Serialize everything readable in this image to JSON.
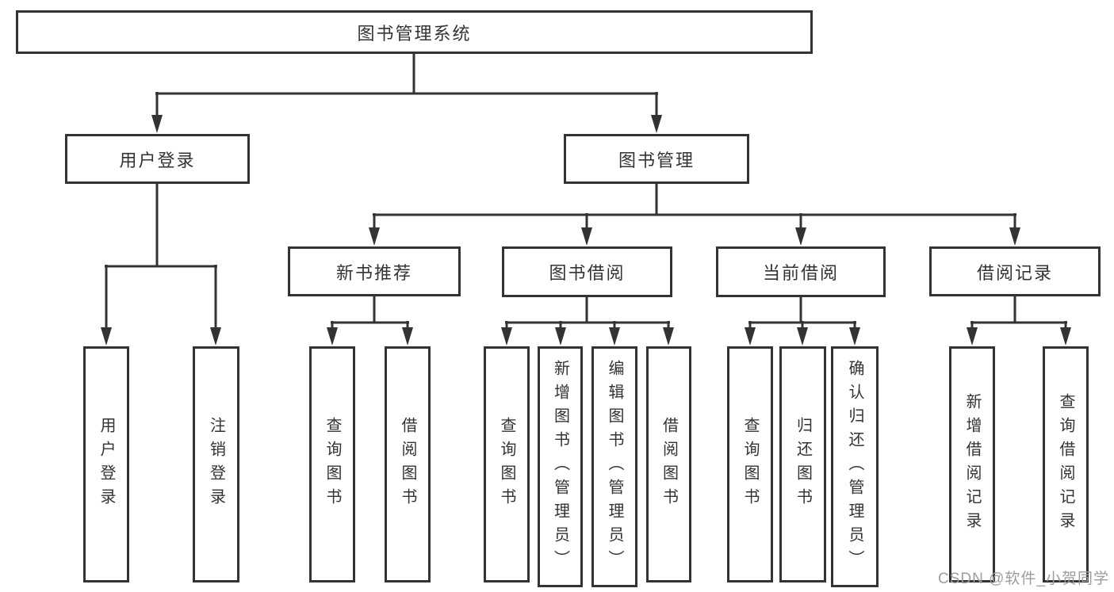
{
  "title": "图书管理系统",
  "tree": {
    "label": "图书管理系统",
    "children": [
      {
        "label": "用户登录",
        "children": [
          {
            "label": "用户登录"
          },
          {
            "label": "注销登录"
          }
        ]
      },
      {
        "label": "图书管理",
        "children": [
          {
            "label": "新书推荐",
            "children": [
              {
                "label": "查询图书"
              },
              {
                "label": "借阅图书"
              }
            ]
          },
          {
            "label": "图书借阅",
            "children": [
              {
                "label": "查询图书"
              },
              {
                "label": "新增图书（管理员）"
              },
              {
                "label": "编辑图书（管理员）"
              },
              {
                "label": "借阅图书"
              }
            ]
          },
          {
            "label": "当前借阅",
            "children": [
              {
                "label": "查询图书"
              },
              {
                "label": "归还图书"
              },
              {
                "label": "确认归还（管理员）"
              }
            ]
          },
          {
            "label": "借阅记录",
            "children": [
              {
                "label": "新增借阅记录"
              },
              {
                "label": "查询借阅记录"
              }
            ]
          }
        ]
      }
    ]
  },
  "watermark": {
    "text": "CSDN @软件_小贺同学",
    "color": "#9c9c9c"
  },
  "colors": {
    "line": "#333333",
    "box_border": "#333333",
    "background": "#ffffff",
    "text": "#333333"
  }
}
